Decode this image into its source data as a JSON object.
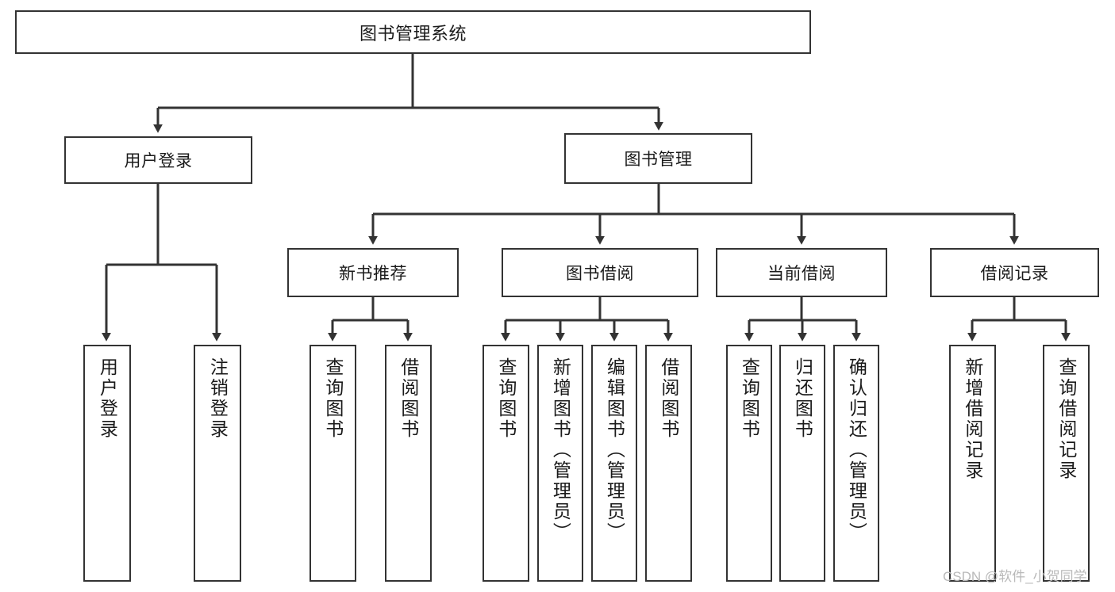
{
  "diagram": {
    "type": "tree",
    "title": "图书管理系统",
    "root": {
      "id": "root",
      "label": "图书管理系统"
    },
    "level1": [
      {
        "id": "user-login",
        "label": "用户登录"
      },
      {
        "id": "book-manage",
        "label": "图书管理"
      }
    ],
    "level2": [
      {
        "id": "new-book-recommend",
        "label": "新书推荐",
        "parent": "book-manage"
      },
      {
        "id": "book-borrow",
        "label": "图书借阅",
        "parent": "book-manage"
      },
      {
        "id": "current-borrow",
        "label": "当前借阅",
        "parent": "book-manage"
      },
      {
        "id": "borrow-record",
        "label": "借阅记录",
        "parent": "book-manage"
      }
    ],
    "leaves": [
      {
        "id": "leaf-user-login",
        "label": "用户登录",
        "parent": "user-login"
      },
      {
        "id": "leaf-user-logout",
        "label": "注销登录",
        "parent": "user-login"
      },
      {
        "id": "leaf-query-book-1",
        "label": "查询图书",
        "parent": "new-book-recommend"
      },
      {
        "id": "leaf-borrow-book-1",
        "label": "借阅图书",
        "parent": "new-book-recommend"
      },
      {
        "id": "leaf-query-book-2",
        "label": "查询图书",
        "parent": "book-borrow"
      },
      {
        "id": "leaf-add-book",
        "label": "新增图书（管理员）",
        "parent": "book-borrow"
      },
      {
        "id": "leaf-edit-book",
        "label": "编辑图书（管理员）",
        "parent": "book-borrow"
      },
      {
        "id": "leaf-borrow-book-2",
        "label": "借阅图书",
        "parent": "book-borrow"
      },
      {
        "id": "leaf-query-book-3",
        "label": "查询图书",
        "parent": "current-borrow"
      },
      {
        "id": "leaf-return-book",
        "label": "归还图书",
        "parent": "current-borrow"
      },
      {
        "id": "leaf-confirm-return",
        "label": "确认归还（管理员）",
        "parent": "current-borrow"
      },
      {
        "id": "leaf-add-record",
        "label": "新增借阅记录",
        "parent": "borrow-record"
      },
      {
        "id": "leaf-query-record",
        "label": "查询借阅记录",
        "parent": "borrow-record"
      }
    ],
    "colors": {
      "stroke": "#333333",
      "fill": "#ffffff",
      "text": "#1a1a1a",
      "watermark": "#b9b9b9"
    }
  },
  "watermark": {
    "text": "CSDN @软件_小贺同学"
  }
}
